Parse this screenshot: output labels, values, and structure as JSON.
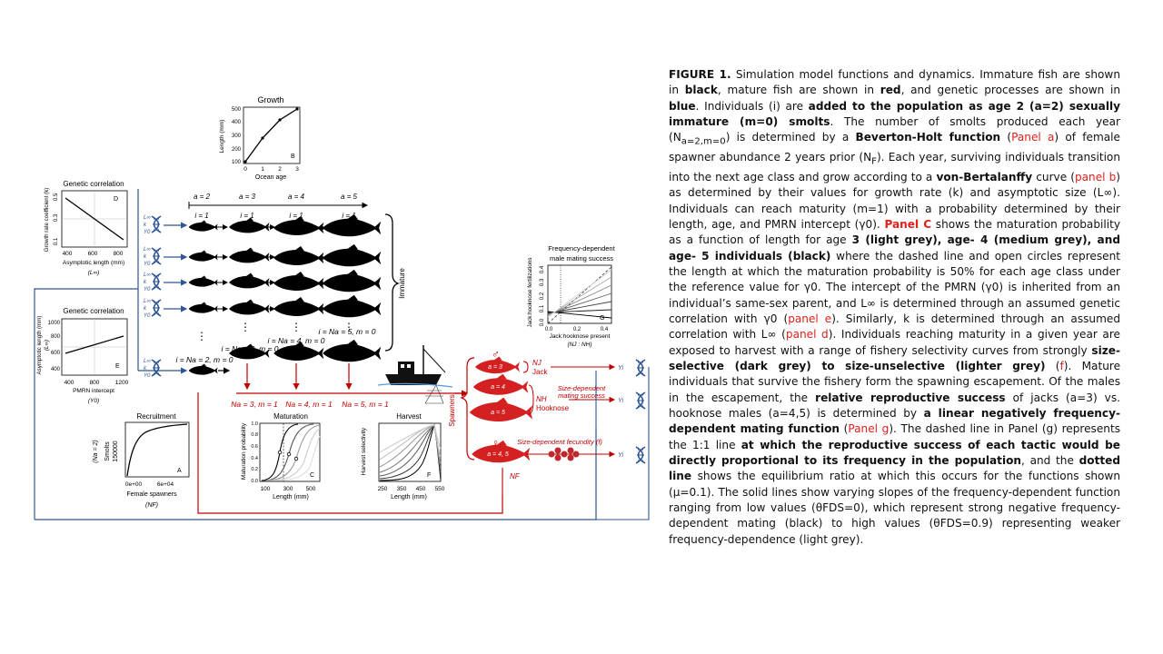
{
  "diagram": {
    "growth": {
      "title": "Growth",
      "ylabel": "Length (mm)",
      "xlabel": "Ocean age",
      "yticks": [
        "100",
        "200",
        "300",
        "400",
        "500"
      ],
      "xticks": [
        "0",
        "1",
        "2",
        "3"
      ],
      "letter": "B"
    },
    "genetic_d": {
      "title": "Genetic correlation",
      "ylabel": "Growth rate coefficient (k)",
      "xlabel": "Asymptotic length (mm)",
      "xsym": "(L∞)",
      "yticks": [
        "0.5",
        "0.3",
        "0.1"
      ],
      "xticks": [
        "400",
        "600",
        "800"
      ],
      "letter": "D"
    },
    "genetic_e": {
      "title": "Genetic correlation",
      "ylabel": "Asymptotic length (mm)",
      "ylabel2": "(L∞)",
      "xlabel": "PMRN intercept",
      "xsym": "(Y0)",
      "yticks": [
        "400",
        "600",
        "800",
        "1000"
      ],
      "xticks": [
        "400",
        "800",
        "1200"
      ],
      "letter": "E"
    },
    "recruitment": {
      "title": "Recruitment",
      "ylabel": "Smolts",
      "ysym": "(Na = 2)",
      "ytick": "150000",
      "xticks": [
        "0e+00",
        "6e+04"
      ],
      "xlabel": "Female spawners",
      "xsym": "(NF)",
      "letter": "A"
    },
    "maturation": {
      "title": "Maturation",
      "ylabel": "Maturation probability",
      "xlabel": "Length (mm)",
      "yticks": [
        "0.0",
        "0.2",
        "0.4",
        "0.6",
        "0.8",
        "1.0"
      ],
      "xticks": [
        "100",
        "300",
        "500"
      ],
      "letter": "C"
    },
    "harvest": {
      "title": "Harvest",
      "ylabel": "Harvest selectivity",
      "xlabel": "Length (mm)",
      "xticks": [
        "250",
        "350",
        "450",
        "550"
      ],
      "letter": "F"
    },
    "freq": {
      "title1": "Frequency-dependent",
      "title2": "male mating success",
      "ylabel": "Jack:hooknose fertilizations",
      "xlabel": "Jack:hooknose present",
      "xsym": "(NJ : NH)",
      "yticks": [
        "0.0",
        "0.1",
        "0.2",
        "0.3",
        "0.4"
      ],
      "xticks": [
        "0.0",
        "0.2",
        "0.4"
      ],
      "letter": "G"
    },
    "ages": [
      "a = 2",
      "a = 3",
      "a = 4",
      "a = 5"
    ],
    "i1": "i = 1",
    "dots": "⋮",
    "dna_vars": [
      "L∞",
      "k",
      "Y0"
    ],
    "n_immature": [
      "i = Na = 2, m = 0",
      "i = Na = 3, m = 0",
      "i = Na = 4, m = 0",
      "i = Na = 5, m = 0"
    ],
    "n_mature": [
      "Na = 3, m = 1",
      "Na = 4, m = 1",
      "Na = 5, m = 1"
    ],
    "immature": "Immature",
    "spawners": "Spawners",
    "male_sym": "♂",
    "female_sym": "♀",
    "fish_a3": "a = 3",
    "fish_a4": "a = 4",
    "fish_a5": "a = 5",
    "fish_a45": "a = 4, 5",
    "nj": "NJ",
    "jack": "Jack",
    "nh": "NH",
    "hooknose": "Hooknose",
    "size_mating1": "Size-dependent",
    "size_mating2": "mating success",
    "fecundity": "Size-dependent fecundity (f)",
    "nf": "NF",
    "yi": "Yi"
  },
  "caption": {
    "fig": "FIGURE 1.",
    "t1": " Simulation model functions and dynamics. Immature fish are shown in ",
    "black": "black",
    "t2": ", mature fish are shown in ",
    "red": "red",
    "t3": ", and genetic processes are shown in ",
    "blue": "blue",
    "t4": ". Individuals (i) are ",
    "b1": "added to the population as age 2 (a=2) sexually immature (m=0) smolts",
    "t5": ". The number of smolts produced each year (N",
    "sub1": "a=2,m=0",
    "t6": ") is determined by a ",
    "b2": "Beverton-Holt function",
    "t7": " (",
    "pa": "Panel a",
    "t8": ") of female spawner abundance 2 years prior (N",
    "sub2": "F",
    "t9": "). Each year, surviving individuals transition into the next age class and grow according to a ",
    "b3": "von-Bertalanffy",
    "t10": " curve (",
    "pb": "panel b",
    "t11": ") as determined by their values for growth rate (k) and asymptotic size (L∞). Individuals can reach maturity (m=1) with a probability determined by their length, age, and PMRN intercept (γ0). ",
    "pc": "Panel C",
    "t12": " shows the maturation probability as a function of length for age ",
    "b4": "3 (light grey), age- 4 (medium grey), and age- 5 individuals (black)",
    "t13": " where the dashed line and open circles represent the length at which the maturation probability is 50% for each age class under the reference value for γ0. The intercept of the PMRN (γ0) is inherited from an individual’s same-sex parent, and L∞ is determined through an assumed genetic correlation with γ0 (",
    "pe": "panel e",
    "t14": "). Similarly, k is determined through an assumed correlation with L∞ (",
    "pd": "panel d",
    "t15": "). Individuals reaching maturity in a given year are exposed to harvest with a range of fishery selectivity curves from strongly ",
    "b5": "size-selective (dark grey) to size-unselective (lighter grey)",
    "t16": " (",
    "pf": "f",
    "t17": "). Mature individuals that survive the fishery form the spawning escapement. Of the males in the escapement, the ",
    "b6": "relative reproductive success",
    "t18": " of jacks (a=3) vs. hooknose males (a=4,5) is determined by ",
    "b7": "a linear negatively frequency-dependent mating function",
    "t19": " (",
    "pg": "Panel g",
    "t20": "). The dashed line in Panel (g) represents the 1:1 line ",
    "b8": "at which the reproductive success of each tactic would be directly proportional to its frequency in the population",
    "t21": ", and the ",
    "b9": "dotted line",
    "t22": " shows the equilibrium ratio at which this occurs for the functions shown (μ=0.1). The solid lines show varying slopes of the frequency-dependent function ranging from low values (θFDS=0), which represent strong negative frequency-dependent mating (black) to high values (θFDS=0.9) representing weaker frequency-dependence (light grey)."
  },
  "colors": {
    "blue": "#2f5597",
    "red": "#c00000",
    "accent_red": "#e0201b",
    "fish_red": "#d42020"
  }
}
